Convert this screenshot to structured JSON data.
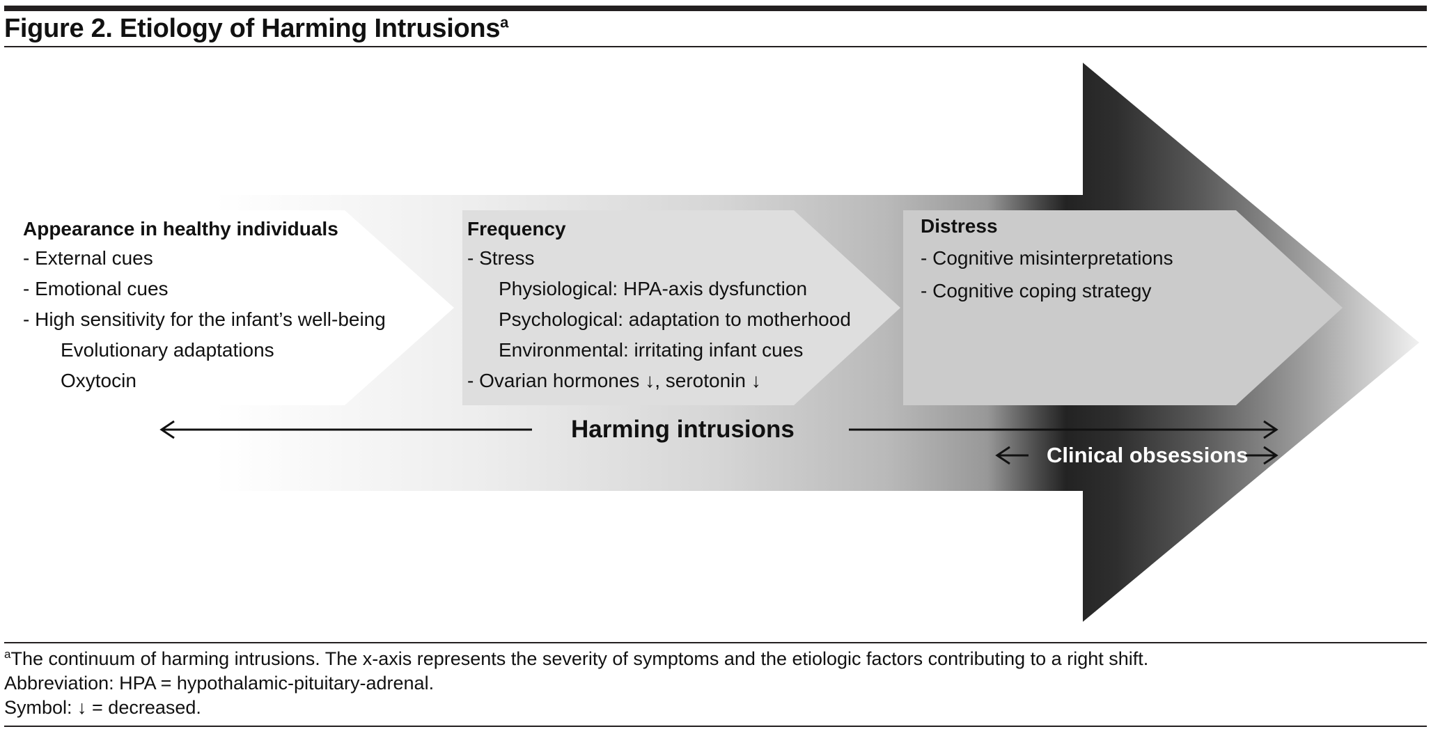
{
  "figure": {
    "title": "Figure 2. Etiology of Harming Intrusions",
    "title_sup": "a"
  },
  "blocks": {
    "healthy": {
      "title": "Appearance in healthy individuals",
      "items": [
        "- External cues",
        "- Emotional cues",
        "- High sensitivity for the infant’s well-being",
        "Evolutionary adaptations",
        "Oxytocin"
      ]
    },
    "frequency": {
      "title": "Frequency",
      "items": [
        "- Stress",
        "Physiological: HPA-axis dysfunction",
        "Psychological: adaptation to motherhood",
        "Environmental: irritating infant cues",
        "- Ovarian hormones ↓, serotonin ↓"
      ]
    },
    "distress": {
      "title": "Distress",
      "items": [
        "- Cognitive misinterpretations",
        "- Cognitive coping strategy"
      ]
    }
  },
  "axis": {
    "harming_label": "Harming intrusions",
    "clinical_label": "Clinical obsessions"
  },
  "footnotes": {
    "note_sup": "a",
    "note": "The continuum of harming intrusions. The x-axis represents the severity of symptoms and the etiologic factors contributing to a right shift.",
    "abbreviation": "Abbreviation: HPA = hypothalamic-pituitary-adrenal.",
    "symbol": "Symbol: ↓ = decreased."
  }
}
